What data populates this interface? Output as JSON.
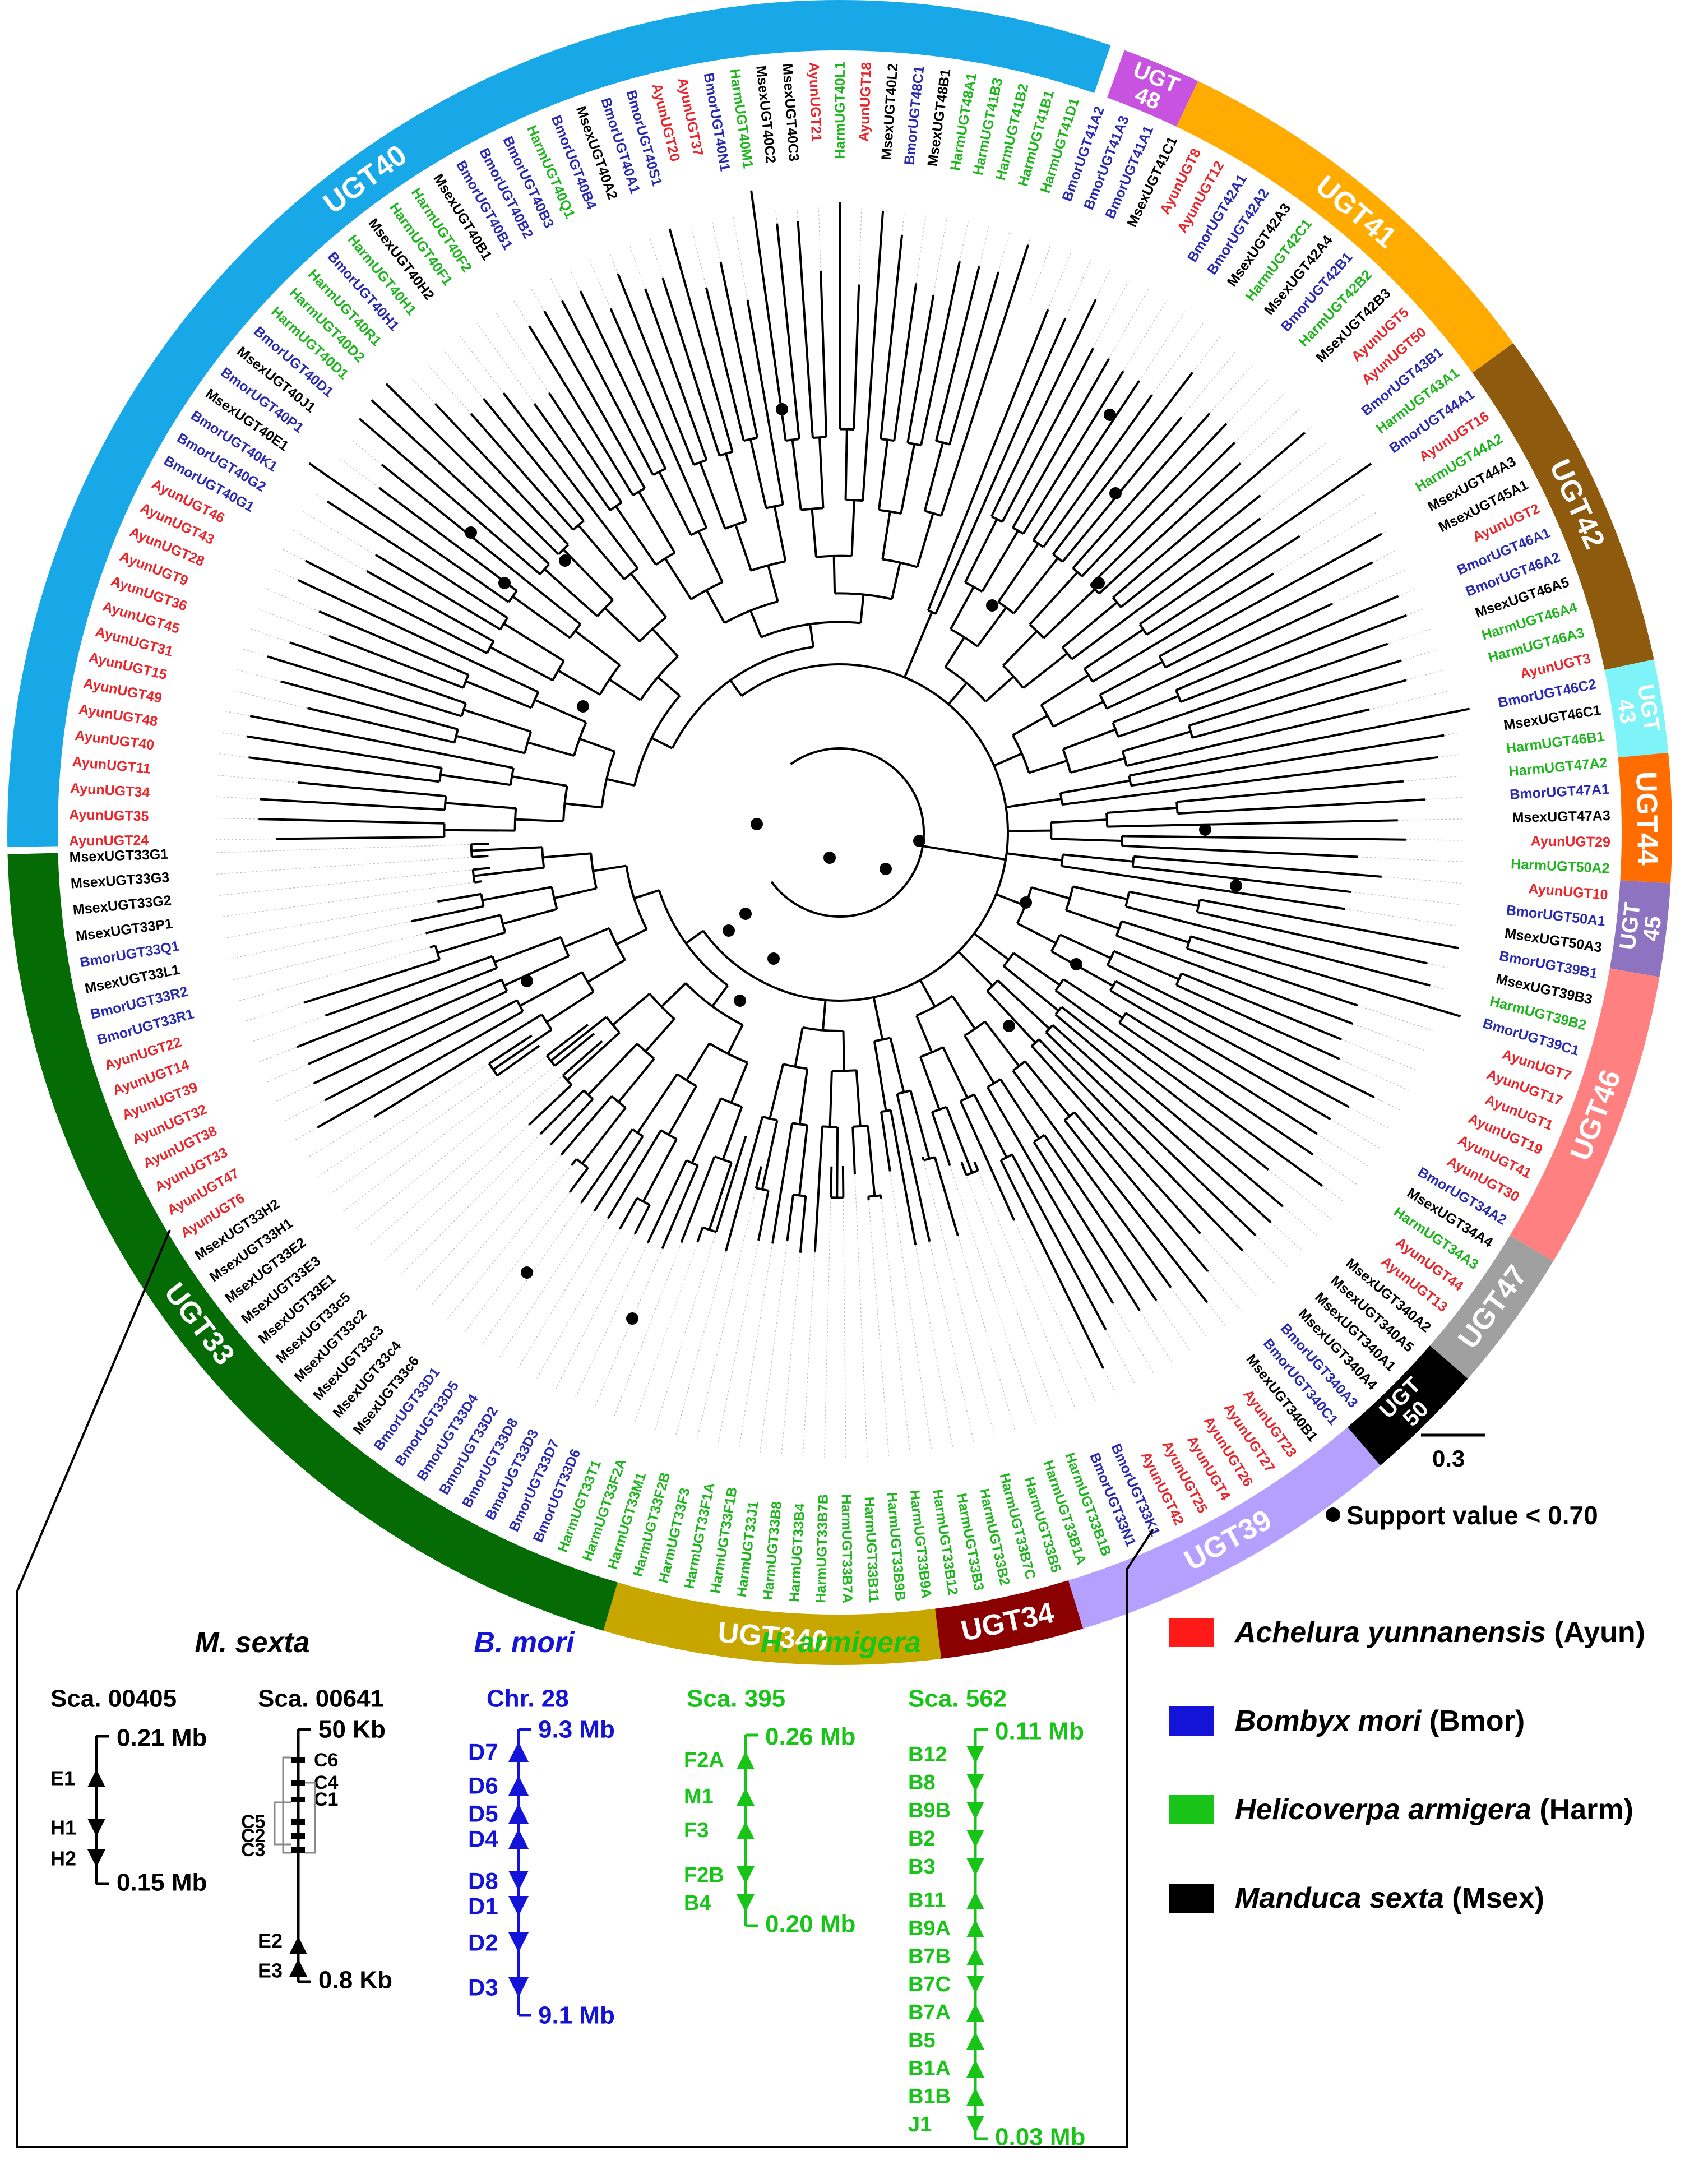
{
  "families": [
    {
      "name": "UGT40",
      "start": 179.0,
      "end": 289.0,
      "color": "#18a8e8",
      "text": "#ffffff"
    },
    {
      "name": "UGT 48",
      "start": 290.0,
      "end": 295.5,
      "color": "#c753e0",
      "text": "#ffffff"
    },
    {
      "name": "UGT41",
      "start": 295.5,
      "end": 324.0,
      "color": "#ffab00",
      "text": "#ffffff"
    },
    {
      "name": "UGT42",
      "start": 324.0,
      "end": 348.0,
      "color": "#8d5a0e",
      "text": "#ffffff"
    },
    {
      "name": "UGT 43",
      "start": 348.0,
      "end": 354.5,
      "color": "#7ff4f8",
      "text": "#000000"
    },
    {
      "name": "UGT44",
      "start": 354.5,
      "end": 363.5,
      "color": "#ff6d00",
      "text": "#ffffff"
    },
    {
      "name": "UGT 45",
      "start": 363.5,
      "end": 370.0,
      "color": "#8e73c0",
      "text": "#ffffff"
    },
    {
      "name": "UGT46",
      "start": 370.0,
      "end": 391.0,
      "color": "#ff8080",
      "text": "#ffffff"
    },
    {
      "name": "UGT47",
      "start": 391.0,
      "end": 401.0,
      "color": "#a0a0a0",
      "text": "#000000"
    },
    {
      "name": "UGT 50",
      "start": 401.0,
      "end": 409.5,
      "color": "#000000",
      "text": "#ffffff"
    },
    {
      "name": "UGT39",
      "start": 409.5,
      "end": 433.0,
      "color": "#b6a0ff",
      "text": "#ffffff"
    },
    {
      "name": "UGT34",
      "start": 433.0,
      "end": 443.0,
      "color": "#8b0000",
      "text": "#ffffff"
    },
    {
      "name": "UGT340",
      "start": 443.0,
      "end": 466.5,
      "color": "#c7a600",
      "text": "#ffffff"
    },
    {
      "name": "UGT33",
      "start": 466.5,
      "end": 538.5,
      "color": "#056b05",
      "text": "#ffffff"
    }
  ],
  "ring_start": 179.0,
  "ring_end": 538.5,
  "leaves": [
    {
      "n": "AyunUGT24",
      "s": "A"
    },
    {
      "n": "AyunUGT35",
      "s": "A"
    },
    {
      "n": "AyunUGT34",
      "s": "A"
    },
    {
      "n": "AyunUGT11",
      "s": "A"
    },
    {
      "n": "AyunUGT40",
      "s": "A"
    },
    {
      "n": "AyunUGT48",
      "s": "A"
    },
    {
      "n": "AyunUGT49",
      "s": "A"
    },
    {
      "n": "AyunUGT15",
      "s": "A"
    },
    {
      "n": "AyunUGT31",
      "s": "A"
    },
    {
      "n": "AyunUGT45",
      "s": "A"
    },
    {
      "n": "AyunUGT36",
      "s": "A"
    },
    {
      "n": "AyunUGT9",
      "s": "A"
    },
    {
      "n": "AyunUGT28",
      "s": "A"
    },
    {
      "n": "AyunUGT43",
      "s": "A"
    },
    {
      "n": "AyunUGT46",
      "s": "A"
    },
    {
      "n": "BmorUGT40G1",
      "s": "B"
    },
    {
      "n": "BmorUGT40G2",
      "s": "B"
    },
    {
      "n": "BmorUGT40K1",
      "s": "B"
    },
    {
      "n": "MsexUGT40E1",
      "s": "M"
    },
    {
      "n": "BmorUGT40P1",
      "s": "B"
    },
    {
      "n": "MsexUGT40J1",
      "s": "M"
    },
    {
      "n": "BmorUGT40D1",
      "s": "B"
    },
    {
      "n": "HarmUGT40D1",
      "s": "H"
    },
    {
      "n": "HarmUGT40D2",
      "s": "H"
    },
    {
      "n": "HarmUGT40R1",
      "s": "H"
    },
    {
      "n": "BmorUGT40H1",
      "s": "B"
    },
    {
      "n": "HarmUGT40H1",
      "s": "H"
    },
    {
      "n": "MsexUGT40H2",
      "s": "M"
    },
    {
      "n": "HarmUGT40F1",
      "s": "H"
    },
    {
      "n": "HarmUGT40F2",
      "s": "H"
    },
    {
      "n": "MsexUGT40B1",
      "s": "M"
    },
    {
      "n": "BmorUGT40B1",
      "s": "B"
    },
    {
      "n": "BmorUGT40B2",
      "s": "B"
    },
    {
      "n": "BmorUGT40B3",
      "s": "B"
    },
    {
      "n": "HarmUGT40Q1",
      "s": "H"
    },
    {
      "n": "BmorUGT40B4",
      "s": "B"
    },
    {
      "n": "MsexUGT40A2",
      "s": "M"
    },
    {
      "n": "BmorUGT40A1",
      "s": "B"
    },
    {
      "n": "BmorUGT40S1",
      "s": "B"
    },
    {
      "n": "AyunUGT20",
      "s": "A"
    },
    {
      "n": "AyunUGT37",
      "s": "A"
    },
    {
      "n": "BmorUGT40N1",
      "s": "B"
    },
    {
      "n": "HarmUGT40M1",
      "s": "H"
    },
    {
      "n": "MsexUGT40C2",
      "s": "M"
    },
    {
      "n": "MsexUGT40C3",
      "s": "M"
    },
    {
      "n": "AyunUGT21",
      "s": "A"
    },
    {
      "n": "HarmUGT40L1",
      "s": "H"
    },
    {
      "n": "AyunUGT18",
      "s": "A"
    },
    {
      "n": "MsexUGT40L2",
      "s": "M"
    },
    {
      "n": "BmorUGT48C1",
      "s": "B"
    },
    {
      "n": "MsexUGT48B1",
      "s": "M"
    },
    {
      "n": "HarmUGT48A1",
      "s": "H"
    },
    {
      "n": "HarmUGT41B3",
      "s": "H"
    },
    {
      "n": "HarmUGT41B2",
      "s": "H"
    },
    {
      "n": "HarmUGT41B1",
      "s": "H"
    },
    {
      "n": "HarmUGT41D1",
      "s": "H"
    },
    {
      "n": "BmorUGT41A2",
      "s": "B"
    },
    {
      "n": "BmorUGT41A3",
      "s": "B"
    },
    {
      "n": "BmorUGT41A1",
      "s": "B"
    },
    {
      "n": "MsexUGT41C1",
      "s": "M"
    },
    {
      "n": "AyunUGT8",
      "s": "A"
    },
    {
      "n": "AyunUGT12",
      "s": "A"
    },
    {
      "n": "BmorUGT42A1",
      "s": "B"
    },
    {
      "n": "BmorUGT42A2",
      "s": "B"
    },
    {
      "n": "MsexUGT42A3",
      "s": "M"
    },
    {
      "n": "HarmUGT42C1",
      "s": "H"
    },
    {
      "n": "MsexUGT42A4",
      "s": "M"
    },
    {
      "n": "BmorUGT42B1",
      "s": "B"
    },
    {
      "n": "HarmUGT42B2",
      "s": "H"
    },
    {
      "n": "MsexUGT42B3",
      "s": "M"
    },
    {
      "n": "AyunUGT5",
      "s": "A"
    },
    {
      "n": "AyunUGT50",
      "s": "A"
    },
    {
      "n": "BmorUGT43B1",
      "s": "B"
    },
    {
      "n": "HarmUGT43A1",
      "s": "H"
    },
    {
      "n": "BmorUGT44A1",
      "s": "B"
    },
    {
      "n": "AyunUGT16",
      "s": "A"
    },
    {
      "n": "HarmUGT44A2",
      "s": "H"
    },
    {
      "n": "MsexUGT44A3",
      "s": "M"
    },
    {
      "n": "MsexUGT45A1",
      "s": "M"
    },
    {
      "n": "AyunUGT2",
      "s": "A"
    },
    {
      "n": "BmorUGT46A1",
      "s": "B"
    },
    {
      "n": "BmorUGT46A2",
      "s": "B"
    },
    {
      "n": "MsexUGT46A5",
      "s": "M"
    },
    {
      "n": "HarmUGT46A4",
      "s": "H"
    },
    {
      "n": "HarmUGT46A3",
      "s": "H"
    },
    {
      "n": "AyunUGT3",
      "s": "A"
    },
    {
      "n": "BmorUGT46C2",
      "s": "B"
    },
    {
      "n": "MsexUGT46C1",
      "s": "M"
    },
    {
      "n": "HarmUGT46B1",
      "s": "H"
    },
    {
      "n": "HarmUGT47A2",
      "s": "H"
    },
    {
      "n": "BmorUGT47A1",
      "s": "B"
    },
    {
      "n": "MsexUGT47A3",
      "s": "M"
    },
    {
      "n": "AyunUGT29",
      "s": "A"
    },
    {
      "n": "HarmUGT50A2",
      "s": "H"
    },
    {
      "n": "AyunUGT10",
      "s": "A"
    },
    {
      "n": "BmorUGT50A1",
      "s": "B"
    },
    {
      "n": "MsexUGT50A3",
      "s": "M"
    },
    {
      "n": "BmorUGT39B1",
      "s": "B"
    },
    {
      "n": "MsexUGT39B3",
      "s": "M"
    },
    {
      "n": "HarmUGT39B2",
      "s": "H"
    },
    {
      "n": "BmorUGT39C1",
      "s": "B"
    },
    {
      "n": "AyunUGT7",
      "s": "A"
    },
    {
      "n": "AyunUGT17",
      "s": "A"
    },
    {
      "n": "AyunUGT1",
      "s": "A"
    },
    {
      "n": "AyunUGT19",
      "s": "A"
    },
    {
      "n": "AyunUGT41",
      "s": "A"
    },
    {
      "n": "AyunUGT30",
      "s": "A"
    },
    {
      "n": "BmorUGT34A2",
      "s": "B"
    },
    {
      "n": "MsexUGT34A4",
      "s": "M"
    },
    {
      "n": "HarmUGT34A3",
      "s": "H"
    },
    {
      "n": "AyunUGT44",
      "s": "A"
    },
    {
      "n": "AyunUGT13",
      "s": "A"
    },
    {
      "n": "MsexUGT340A2",
      "s": "M"
    },
    {
      "n": "MsexUGT340A5",
      "s": "M"
    },
    {
      "n": "MsexUGT340A1",
      "s": "M"
    },
    {
      "n": "MsexUGT340A4",
      "s": "M"
    },
    {
      "n": "BmorUGT340A3",
      "s": "B"
    },
    {
      "n": "BmorUGT340C1",
      "s": "B"
    },
    {
      "n": "MsexUGT340B1",
      "s": "M"
    },
    {
      "n": "AyunUGT23",
      "s": "A"
    },
    {
      "n": "AyunUGT27",
      "s": "A"
    },
    {
      "n": "AyunUGT26",
      "s": "A"
    },
    {
      "n": "AyunUGT4",
      "s": "A"
    },
    {
      "n": "AyunUGT25",
      "s": "A"
    },
    {
      "n": "AyunUGT42",
      "s": "A"
    },
    {
      "n": "BmorUGT33K1",
      "s": "B"
    },
    {
      "n": "BmorUGT33N1",
      "s": "B"
    },
    {
      "n": "HarmUGT33B1B",
      "s": "H"
    },
    {
      "n": "HarmUGT33B1A",
      "s": "H"
    },
    {
      "n": "HarmUGT33B5",
      "s": "H"
    },
    {
      "n": "HarmUGT33B7C",
      "s": "H"
    },
    {
      "n": "HarmUGT33B2",
      "s": "H"
    },
    {
      "n": "HarmUGT33B3",
      "s": "H"
    },
    {
      "n": "HarmUGT33B12",
      "s": "H"
    },
    {
      "n": "HarmUGT33B9A",
      "s": "H"
    },
    {
      "n": "HarmUGT33B9B",
      "s": "H"
    },
    {
      "n": "HarmUGT33B11",
      "s": "H"
    },
    {
      "n": "HarmUGT33B7A",
      "s": "H"
    },
    {
      "n": "HarmUGT33B7B",
      "s": "H"
    },
    {
      "n": "HarmUGT33B4",
      "s": "H"
    },
    {
      "n": "HarmUGT33B8",
      "s": "H"
    },
    {
      "n": "HarmUGT33J1",
      "s": "H"
    },
    {
      "n": "HarmUGT33F1B",
      "s": "H"
    },
    {
      "n": "HarmUGT33F1A",
      "s": "H"
    },
    {
      "n": "HarmUGT33F3",
      "s": "H"
    },
    {
      "n": "HarmUGT33F2B",
      "s": "H"
    },
    {
      "n": "HarmUGT33M1",
      "s": "H"
    },
    {
      "n": "HarmUGT33F2A",
      "s": "H"
    },
    {
      "n": "HarmUGT33T1",
      "s": "H"
    },
    {
      "n": "BmorUGT33D6",
      "s": "B"
    },
    {
      "n": "BmorUGT33D7",
      "s": "B"
    },
    {
      "n": "BmorUGT33D3",
      "s": "B"
    },
    {
      "n": "BmorUGT33D8",
      "s": "B"
    },
    {
      "n": "BmorUGT33D2",
      "s": "B"
    },
    {
      "n": "BmorUGT33D4",
      "s": "B"
    },
    {
      "n": "BmorUGT33D5",
      "s": "B"
    },
    {
      "n": "BmorUGT33D1",
      "s": "B"
    },
    {
      "n": "MsexUGT33c6",
      "s": "M"
    },
    {
      "n": "MsexUGT33c4",
      "s": "M"
    },
    {
      "n": "MsexUGT33c3",
      "s": "M"
    },
    {
      "n": "MsexUGT33c2",
      "s": "M"
    },
    {
      "n": "MsexUGT33c5",
      "s": "M"
    },
    {
      "n": "MsexUGT33E1",
      "s": "M"
    },
    {
      "n": "MsexUGT33E3",
      "s": "M"
    },
    {
      "n": "MsexUGT33E2",
      "s": "M"
    },
    {
      "n": "MsexUGT33H1",
      "s": "M"
    },
    {
      "n": "MsexUGT33H2",
      "s": "M"
    },
    {
      "n": "AyunUGT6",
      "s": "A"
    },
    {
      "n": "AyunUGT47",
      "s": "A"
    },
    {
      "n": "AyunUGT33",
      "s": "A"
    },
    {
      "n": "AyunUGT38",
      "s": "A"
    },
    {
      "n": "AyunUGT32",
      "s": "A"
    },
    {
      "n": "AyunUGT39",
      "s": "A"
    },
    {
      "n": "AyunUGT14",
      "s": "A"
    },
    {
      "n": "AyunUGT22",
      "s": "A"
    },
    {
      "n": "BmorUGT33R1",
      "s": "B"
    },
    {
      "n": "BmorUGT33R2",
      "s": "B"
    },
    {
      "n": "MsexUGT33L1",
      "s": "M"
    },
    {
      "n": "BmorUGT33Q1",
      "s": "B"
    },
    {
      "n": "MsexUGT33P1",
      "s": "M"
    },
    {
      "n": "MsexUGT33G2",
      "s": "M"
    },
    {
      "n": "MsexUGT33G3",
      "s": "M"
    },
    {
      "n": "MsexUGT33G1",
      "s": "M"
    }
  ],
  "species_colors": {
    "A": "#e8262b",
    "B": "#2a2ab0",
    "H": "#1fb51f",
    "M": "#000000"
  },
  "legend": [
    {
      "italic": "Achelura yunnanensis",
      "abbr": " (Ayun)",
      "color": "#ff1a1a"
    },
    {
      "italic": "Bombyx mori",
      "abbr": " (Bmor)",
      "color": "#1414d8"
    },
    {
      "italic": "Helicoverpa armigera",
      "abbr": " (Harm)",
      "color": "#18c418"
    },
    {
      "italic": "Manduca sexta",
      "abbr": " (Msex)",
      "color": "#000000"
    }
  ],
  "scale_bar": "0.3",
  "support_note": "Support value < 0.70",
  "clusters": {
    "msexta": {
      "title": "M. sexta",
      "a": {
        "scaffold": "Sca. 00405",
        "top": "0.21 Mb",
        "bottom": "0.15 Mb",
        "genes": [
          {
            "g": "E1",
            "d": "up"
          },
          {
            "g": "H1",
            "d": "down"
          },
          {
            "g": "H2",
            "d": "down"
          }
        ]
      },
      "b": {
        "scaffold": "Sca. 00641",
        "top": "50 Kb",
        "bottom": "0.8 Kb",
        "genes": [
          "C6",
          "C4",
          "C1",
          "C5",
          "C2",
          "C3"
        ],
        "genes2": [
          "E2",
          "E3"
        ]
      }
    },
    "bmori": {
      "title": "B. mori",
      "scaffold": "Chr. 28",
      "top": "9.3 Mb",
      "bottom": "9.1 Mb",
      "genes": [
        {
          "g": "D7",
          "d": "up"
        },
        {
          "g": "D6",
          "d": "up"
        },
        {
          "g": "D5",
          "d": "up"
        },
        {
          "g": "D4",
          "d": "up"
        },
        {
          "g": "D8",
          "d": "down"
        },
        {
          "g": "D1",
          "d": "down"
        },
        {
          "g": "D2",
          "d": "down"
        },
        {
          "g": "D3",
          "d": "down"
        }
      ]
    },
    "harm395": {
      "title": "H. armigera",
      "scaffold": "Sca. 395",
      "top": "0.26 Mb",
      "bottom": "0.20 Mb",
      "genes": [
        {
          "g": "F2A",
          "d": "up"
        },
        {
          "g": "M1",
          "d": "up"
        },
        {
          "g": "F3",
          "d": "up"
        },
        {
          "g": "F2B",
          "d": "down"
        },
        {
          "g": "B4",
          "d": "down"
        }
      ]
    },
    "harm562": {
      "scaffold": "Sca. 562",
      "top": "0.11 Mb",
      "bottom": "0.03 Mb",
      "genes": [
        {
          "g": "B12",
          "d": "down"
        },
        {
          "g": "B8",
          "d": "down"
        },
        {
          "g": "B9B",
          "d": "down"
        },
        {
          "g": "B2",
          "d": "down"
        },
        {
          "g": "B3",
          "d": "down"
        },
        {
          "g": "B11",
          "d": "up"
        },
        {
          "g": "B9A",
          "d": "up"
        },
        {
          "g": "B7B",
          "d": "up"
        },
        {
          "g": "B7C",
          "d": "down"
        },
        {
          "g": "B7A",
          "d": "up"
        },
        {
          "g": "B5",
          "d": "up"
        },
        {
          "g": "B1A",
          "d": "up"
        },
        {
          "g": "B1B",
          "d": "up"
        },
        {
          "g": "J1",
          "d": "down"
        }
      ]
    }
  }
}
